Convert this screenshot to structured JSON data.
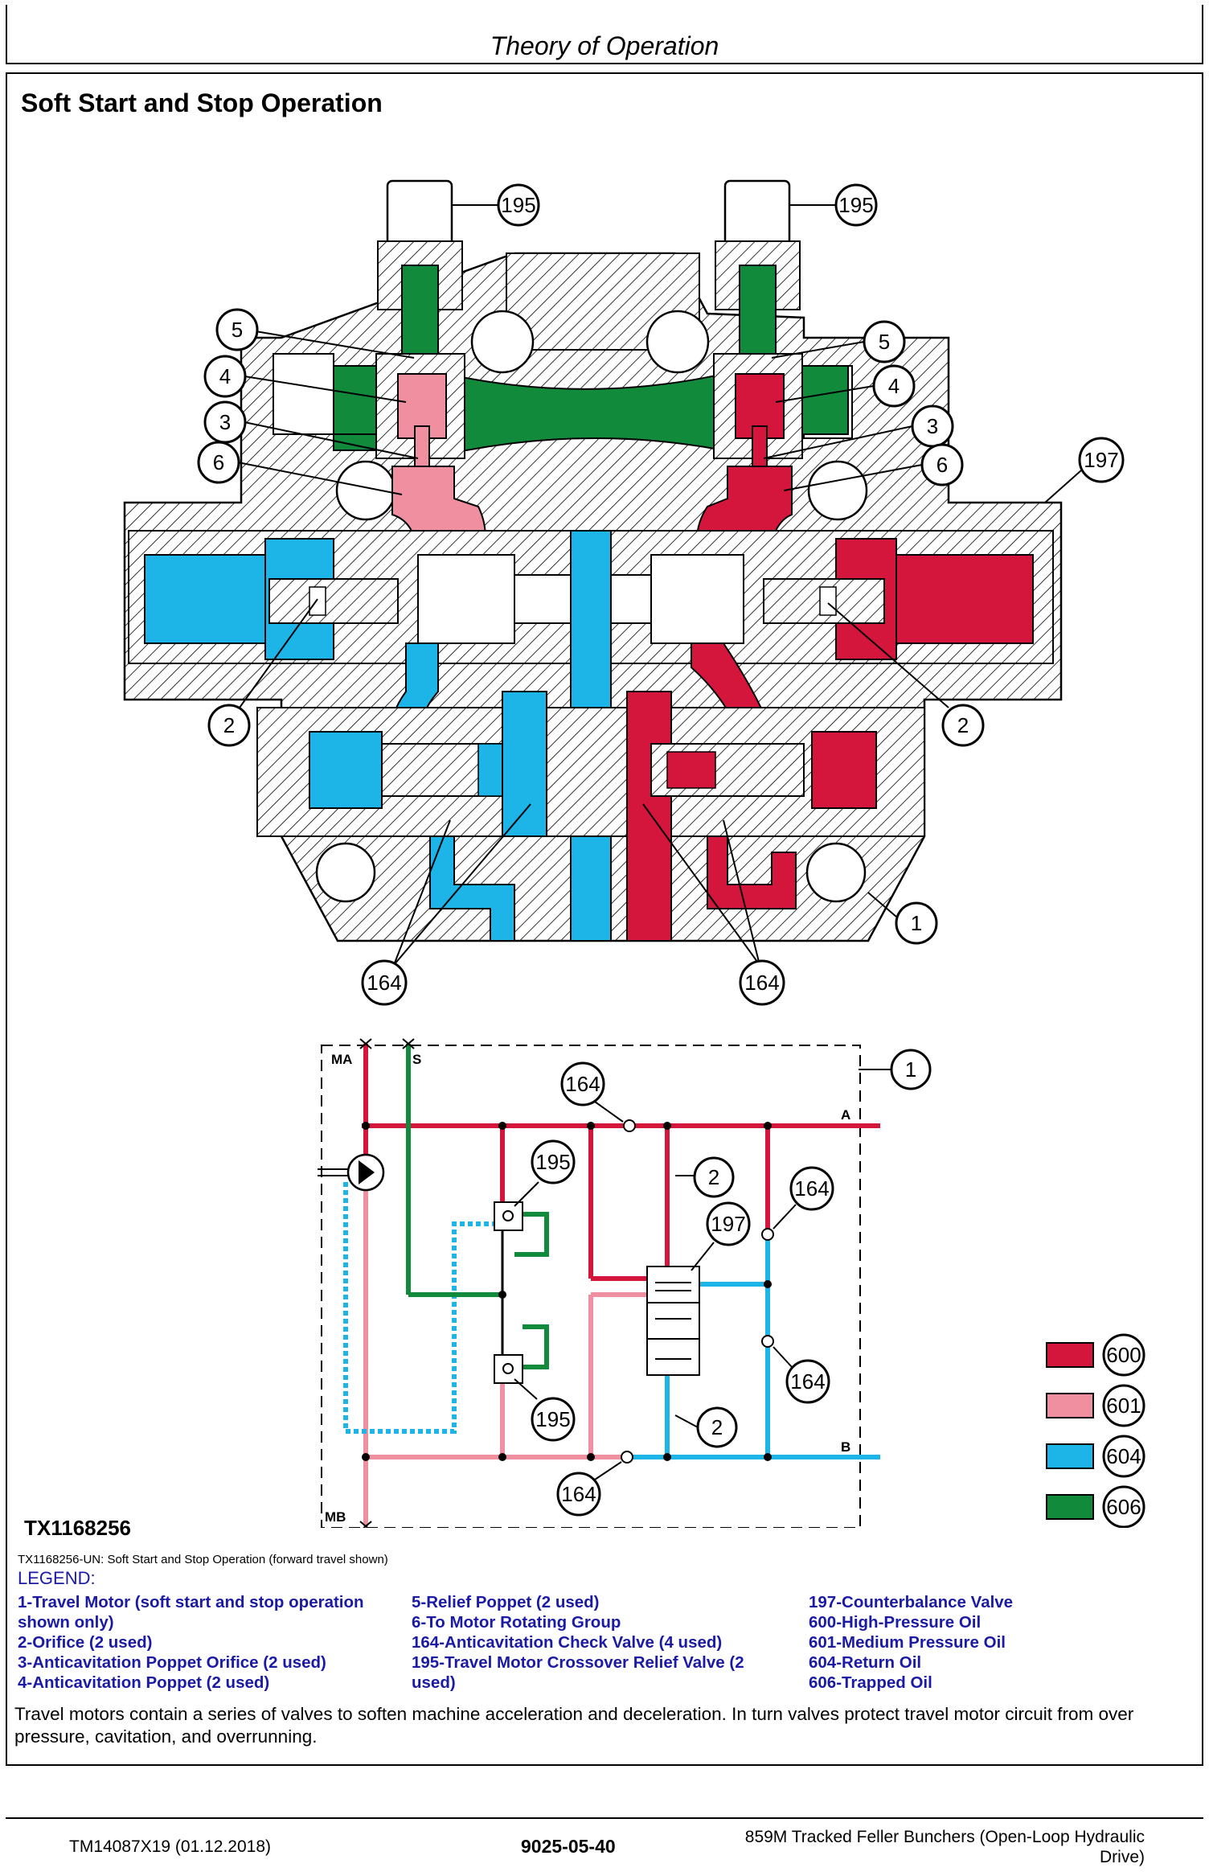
{
  "header": {
    "title": "Theory of Operation"
  },
  "section": {
    "title": "Soft Start and Stop Operation"
  },
  "figure": {
    "id": "TX1168256",
    "caption": "TX1168256-UN: Soft Start and Stop Operation (forward travel shown)",
    "callouts": {
      "c195": "195",
      "c5": "5",
      "c4": "4",
      "c3": "3",
      "c6": "6",
      "c197": "197",
      "c2": "2",
      "c1": "1",
      "c164": "164"
    },
    "ports": {
      "ma": "MA",
      "s": "S",
      "a": "A",
      "b": "B",
      "mb": "MB"
    },
    "color_key": [
      {
        "code": "600",
        "color": "#d4163c"
      },
      {
        "code": "601",
        "color": "#ef8fa0"
      },
      {
        "code": "604",
        "color": "#1db4e8"
      },
      {
        "code": "606",
        "color": "#128a3c"
      }
    ]
  },
  "legend": {
    "heading": "LEGEND:",
    "col1": [
      "1-Travel Motor (soft start and stop operation",
      "shown only)",
      "2-Orifice (2 used)",
      "3-Anticavitation Poppet Orifice (2 used)",
      "4-Anticavitation Poppet (2 used)"
    ],
    "col2": [
      "5-Relief Poppet (2 used)",
      "6-To Motor Rotating Group",
      "164-Anticavitation Check Valve (4 used)",
      "195-Travel Motor Crossover Relief Valve (2",
      "used)"
    ],
    "col3": [
      "197-Counterbalance Valve",
      "600-High-Pressure Oil",
      "601-Medium Pressure Oil",
      "604-Return Oil",
      "606-Trapped Oil"
    ]
  },
  "body": {
    "text": "Travel motors contain a series of valves to soften machine acceleration and deceleration. In turn valves protect travel motor circuit from over pressure, cavitation, and overrunning."
  },
  "footer": {
    "left": "TM14087X19 (01.12.2018)",
    "center": "9025-05-40",
    "right_line1": "859M Tracked Feller Bunchers (Open-Loop Hydraulic",
    "right_line2": "Drive)"
  },
  "colors": {
    "high": "#d4163c",
    "medium": "#ef8fa0",
    "return": "#1db4e8",
    "trapped": "#128a3c",
    "legend_text": "#1a1aa6"
  }
}
